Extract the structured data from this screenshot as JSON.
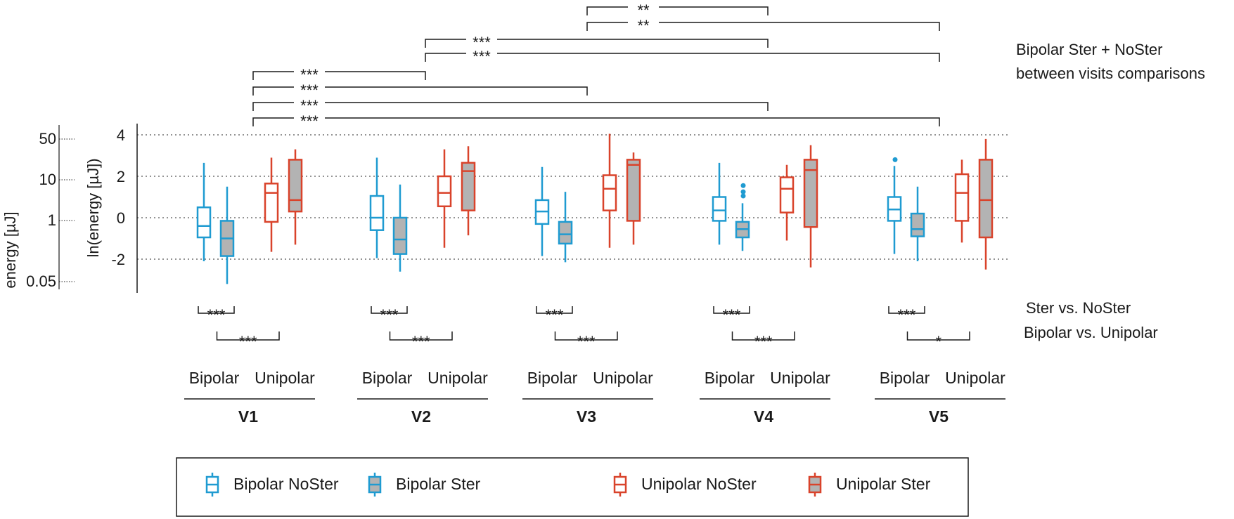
{
  "chart_data": {
    "type": "box",
    "title": "",
    "ylabel": "ln(energy [µJ])",
    "ylim": [
      -3.6,
      4.4
    ],
    "yticks": [
      "4",
      "2",
      "0",
      "-2"
    ],
    "y2label": "energy [µJ]",
    "y2ticks": [
      "50",
      "10",
      "1",
      "0.05"
    ],
    "gridlines": [
      4,
      2,
      0,
      -2
    ],
    "colors": {
      "bipolar": "#1f9bd1",
      "unipolar": "#d9432b",
      "ster_fill": "#b3b3b3",
      "ink": "#1a1a1a"
    },
    "visits": [
      {
        "label": "V1",
        "bipolar_label": "Bipolar",
        "unipolar_label": "Unipolar",
        "boxes": [
          {
            "series": "Bipolar NoSter",
            "whisker_low": -2.1,
            "q1": -0.95,
            "median": -0.4,
            "q3": 0.5,
            "whisker_high": 2.65,
            "outliers": []
          },
          {
            "series": "Bipolar Ster",
            "whisker_low": -3.2,
            "q1": -1.85,
            "median": -1.0,
            "q3": -0.15,
            "whisker_high": 1.5,
            "outliers": []
          },
          {
            "series": "Unipolar NoSter",
            "whisker_low": -1.65,
            "q1": -0.2,
            "median": 1.2,
            "q3": 1.65,
            "whisker_high": 2.9,
            "outliers": []
          },
          {
            "series": "Unipolar Ster",
            "whisker_low": -1.3,
            "q1": 0.3,
            "median": 0.85,
            "q3": 2.8,
            "whisker_high": 3.3,
            "outliers": []
          }
        ],
        "ster_sig": "***",
        "bu_sig": "***"
      },
      {
        "label": "V2",
        "bipolar_label": "Bipolar",
        "unipolar_label": "Unipolar",
        "boxes": [
          {
            "series": "Bipolar NoSter",
            "whisker_low": -1.95,
            "q1": -0.6,
            "median": 0.0,
            "q3": 1.05,
            "whisker_high": 2.9,
            "outliers": []
          },
          {
            "series": "Bipolar Ster",
            "whisker_low": -2.6,
            "q1": -1.75,
            "median": -1.05,
            "q3": 0.0,
            "whisker_high": 1.6,
            "outliers": []
          },
          {
            "series": "Unipolar NoSter",
            "whisker_low": -1.45,
            "q1": 0.55,
            "median": 1.2,
            "q3": 2.0,
            "whisker_high": 3.3,
            "outliers": []
          },
          {
            "series": "Unipolar Ster",
            "whisker_low": -0.85,
            "q1": 0.35,
            "median": 2.25,
            "q3": 2.65,
            "whisker_high": 3.45,
            "outliers": []
          }
        ],
        "ster_sig": "***",
        "bu_sig": "***"
      },
      {
        "label": "V3",
        "bipolar_label": "Bipolar",
        "unipolar_label": "Unipolar",
        "boxes": [
          {
            "series": "Bipolar NoSter",
            "whisker_low": -1.85,
            "q1": -0.3,
            "median": 0.3,
            "q3": 0.85,
            "whisker_high": 2.45,
            "outliers": []
          },
          {
            "series": "Bipolar Ster",
            "whisker_low": -2.15,
            "q1": -1.25,
            "median": -0.8,
            "q3": -0.2,
            "whisker_high": 1.25,
            "outliers": []
          },
          {
            "series": "Unipolar NoSter",
            "whisker_low": -1.45,
            "q1": 0.35,
            "median": 1.4,
            "q3": 2.05,
            "whisker_high": 4.05,
            "outliers": []
          },
          {
            "series": "Unipolar Ster",
            "whisker_low": -1.3,
            "q1": -0.15,
            "median": 2.55,
            "q3": 2.8,
            "whisker_high": 3.15,
            "outliers": []
          }
        ],
        "ster_sig": "***",
        "bu_sig": "***"
      },
      {
        "label": "V4",
        "bipolar_label": "Bipolar",
        "unipolar_label": "Unipolar",
        "boxes": [
          {
            "series": "Bipolar NoSter",
            "whisker_low": -1.3,
            "q1": -0.15,
            "median": 0.35,
            "q3": 1.0,
            "whisker_high": 2.65,
            "outliers": []
          },
          {
            "series": "Bipolar Ster",
            "whisker_low": -1.6,
            "q1": -0.95,
            "median": -0.55,
            "q3": -0.2,
            "whisker_high": 0.7,
            "outliers": [
              1.05,
              1.25,
              1.55
            ]
          },
          {
            "series": "Unipolar NoSter",
            "whisker_low": -1.1,
            "q1": 0.25,
            "median": 1.4,
            "q3": 1.95,
            "whisker_high": 2.55,
            "outliers": []
          },
          {
            "series": "Unipolar Ster",
            "whisker_low": -2.4,
            "q1": -0.45,
            "median": 2.3,
            "q3": 2.8,
            "whisker_high": 3.5,
            "outliers": []
          }
        ],
        "ster_sig": "***",
        "bu_sig": "***"
      },
      {
        "label": "V5",
        "bipolar_label": "Bipolar",
        "unipolar_label": "Unipolar",
        "boxes": [
          {
            "series": "Bipolar NoSter",
            "whisker_low": -1.75,
            "q1": -0.15,
            "median": 0.4,
            "q3": 1.0,
            "whisker_high": 2.5,
            "outliers": [
              2.8
            ]
          },
          {
            "series": "Bipolar Ster",
            "whisker_low": -2.1,
            "q1": -0.9,
            "median": -0.55,
            "q3": 0.2,
            "whisker_high": 1.5,
            "outliers": []
          },
          {
            "series": "Unipolar NoSter",
            "whisker_low": -1.2,
            "q1": -0.15,
            "median": 1.2,
            "q3": 2.1,
            "whisker_high": 2.8,
            "outliers": []
          },
          {
            "series": "Unipolar Ster",
            "whisker_low": -2.5,
            "q1": -0.95,
            "median": 0.85,
            "q3": 2.8,
            "whisker_high": 3.8,
            "outliers": []
          }
        ],
        "ster_sig": "***",
        "bu_sig": "*"
      }
    ],
    "between_visits": [
      {
        "from": "V3",
        "to": "V4",
        "sig": "**"
      },
      {
        "from": "V3",
        "to": "V5",
        "sig": "**"
      },
      {
        "from": "V2",
        "to": "V4",
        "sig": "***"
      },
      {
        "from": "V2",
        "to": "V5",
        "sig": "***"
      },
      {
        "from": "V1",
        "to": "V2",
        "sig": "***"
      },
      {
        "from": "V1",
        "to": "V3",
        "sig": "***"
      },
      {
        "from": "V1",
        "to": "V4",
        "sig": "***"
      },
      {
        "from": "V1",
        "to": "V5",
        "sig": "***"
      }
    ],
    "annotations": {
      "between_title_line1": "Bipolar Ster + NoSter",
      "between_title_line2": "between visits comparisons",
      "ster_vs_nonster": "Ster vs. NoSter",
      "bipolar_vs_unipolar": "Bipolar vs. Unipolar"
    },
    "legend": {
      "placement": "bottom",
      "entries": [
        {
          "name": "Bipolar NoSter",
          "color": "#1f9bd1",
          "filled": false
        },
        {
          "name": "Bipolar Ster",
          "color": "#1f9bd1",
          "filled": true
        },
        {
          "name": "Unipolar NoSter",
          "color": "#d9432b",
          "filled": false
        },
        {
          "name": "Unipolar Ster",
          "color": "#d9432b",
          "filled": true
        }
      ]
    }
  }
}
